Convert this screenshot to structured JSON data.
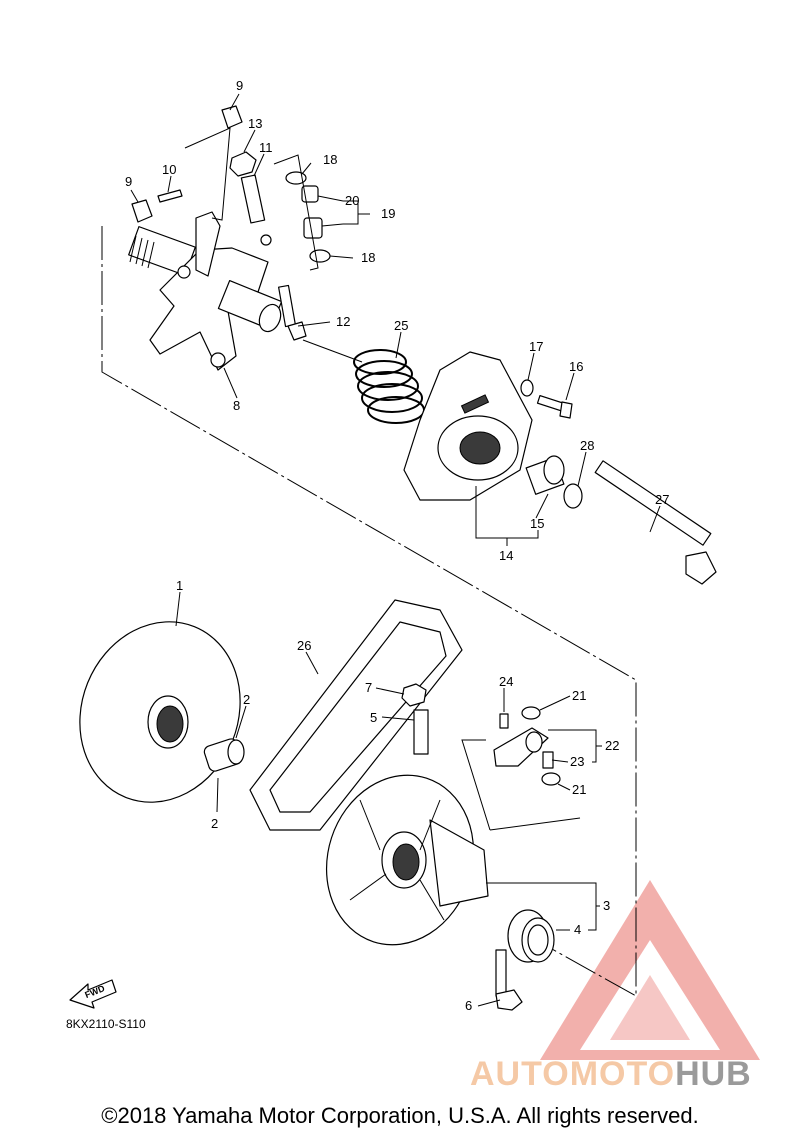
{
  "callouts": {
    "c1": "1",
    "c2a": "2",
    "c2b": "2",
    "c3": "3",
    "c4": "4",
    "c5": "5",
    "c6": "6",
    "c7": "7",
    "c8": "8",
    "c9a": "9",
    "c9b": "9",
    "c10": "10",
    "c11": "11",
    "c12": "12",
    "c13": "13",
    "c14": "14",
    "c15": "15",
    "c16": "16",
    "c17": "17",
    "c18a": "18",
    "c18b": "18",
    "c19": "19",
    "c20": "20",
    "c21a": "21",
    "c21b": "21",
    "c22": "22",
    "c23": "23",
    "c24": "24",
    "c25": "25",
    "c26": "26",
    "c27": "27",
    "c28": "28"
  },
  "fwd_label": "FWD",
  "catalog_code": "8KX2110-S110",
  "copyright": "©2018 Yamaha Motor Corporation, U.S.A. All rights reserved.",
  "watermark": {
    "part1": "AUTOMOTO",
    "part2": "HUB",
    "color": "#e8706a"
  }
}
